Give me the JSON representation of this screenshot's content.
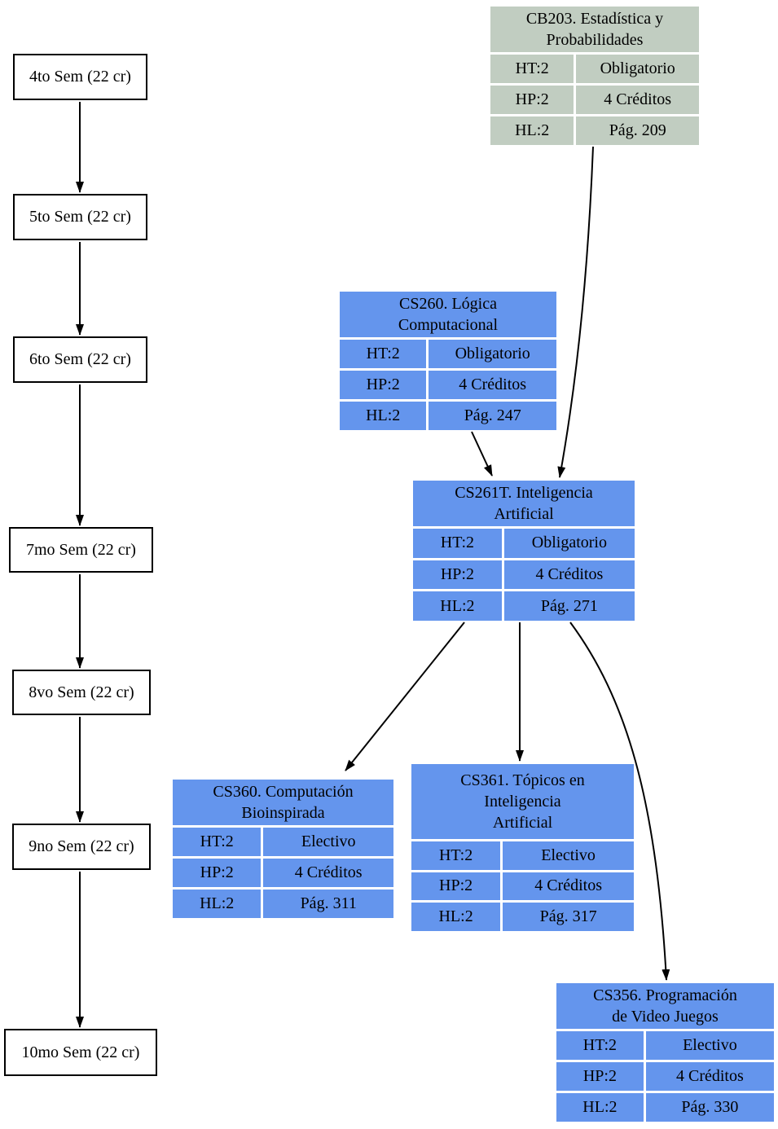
{
  "diagram": {
    "semesters": [
      {
        "label": "4to Sem (22 cr)"
      },
      {
        "label": "5to Sem (22 cr)"
      },
      {
        "label": "6to Sem (22 cr)"
      },
      {
        "label": "7mo Sem (22 cr)"
      },
      {
        "label": "8vo Sem (22 cr)"
      },
      {
        "label": "9no Sem (22 cr)"
      },
      {
        "label": "10mo Sem (22 cr)"
      }
    ],
    "courses": {
      "cb203": {
        "title": "CB203. Estadística y\nProbabilidades",
        "fill": "#C1CDC1",
        "rows": [
          {
            "key": "HT:2",
            "value": "Obligatorio"
          },
          {
            "key": "HP:2",
            "value": "4 Créditos"
          },
          {
            "key": "HL:2",
            "value": "Pág. 209"
          }
        ]
      },
      "cs260": {
        "title": "CS260. Lógica\nComputacional",
        "fill": "#6495ED",
        "rows": [
          {
            "key": "HT:2",
            "value": "Obligatorio"
          },
          {
            "key": "HP:2",
            "value": "4 Créditos"
          },
          {
            "key": "HL:2",
            "value": "Pág. 247"
          }
        ]
      },
      "cs261t": {
        "title": "CS261T. Inteligencia\nArtificial",
        "fill": "#6495ED",
        "rows": [
          {
            "key": "HT:2",
            "value": "Obligatorio"
          },
          {
            "key": "HP:2",
            "value": "4 Créditos"
          },
          {
            "key": "HL:2",
            "value": "Pág. 271"
          }
        ]
      },
      "cs360": {
        "title": "CS360. Computación\nBioinspirada",
        "fill": "#6495ED",
        "rows": [
          {
            "key": "HT:2",
            "value": "Electivo"
          },
          {
            "key": "HP:2",
            "value": "4 Créditos"
          },
          {
            "key": "HL:2",
            "value": "Pág. 311"
          }
        ]
      },
      "cs361": {
        "title": "CS361. Tópicos en\nInteligencia\nArtificial",
        "fill": "#6495ED",
        "rows": [
          {
            "key": "HT:2",
            "value": "Electivo"
          },
          {
            "key": "HP:2",
            "value": "4 Créditos"
          },
          {
            "key": "HL:2",
            "value": "Pág. 317"
          }
        ]
      },
      "cs356": {
        "title": "CS356. Programación\nde Video Juegos",
        "fill": "#6495ED",
        "rows": [
          {
            "key": "HT:2",
            "value": "Electivo"
          },
          {
            "key": "HP:2",
            "value": "4 Créditos"
          },
          {
            "key": "HL:2",
            "value": "Pág. 330"
          }
        ]
      }
    },
    "edges": [
      {
        "from": "4to Sem",
        "to": "5to Sem"
      },
      {
        "from": "5to Sem",
        "to": "6to Sem"
      },
      {
        "from": "6to Sem",
        "to": "7mo Sem"
      },
      {
        "from": "7mo Sem",
        "to": "8vo Sem"
      },
      {
        "from": "8vo Sem",
        "to": "9no Sem"
      },
      {
        "from": "9no Sem",
        "to": "10mo Sem"
      },
      {
        "from": "CB203",
        "to": "CS261T"
      },
      {
        "from": "CS260",
        "to": "CS261T"
      },
      {
        "from": "CS261T",
        "to": "CS360"
      },
      {
        "from": "CS261T",
        "to": "CS361"
      },
      {
        "from": "CS261T",
        "to": "CS356"
      }
    ],
    "colors": {
      "course_fill": "#6495ED",
      "external_course_fill": "#C1CDC1",
      "edge": "#000000",
      "background": "#FFFFFF"
    }
  }
}
